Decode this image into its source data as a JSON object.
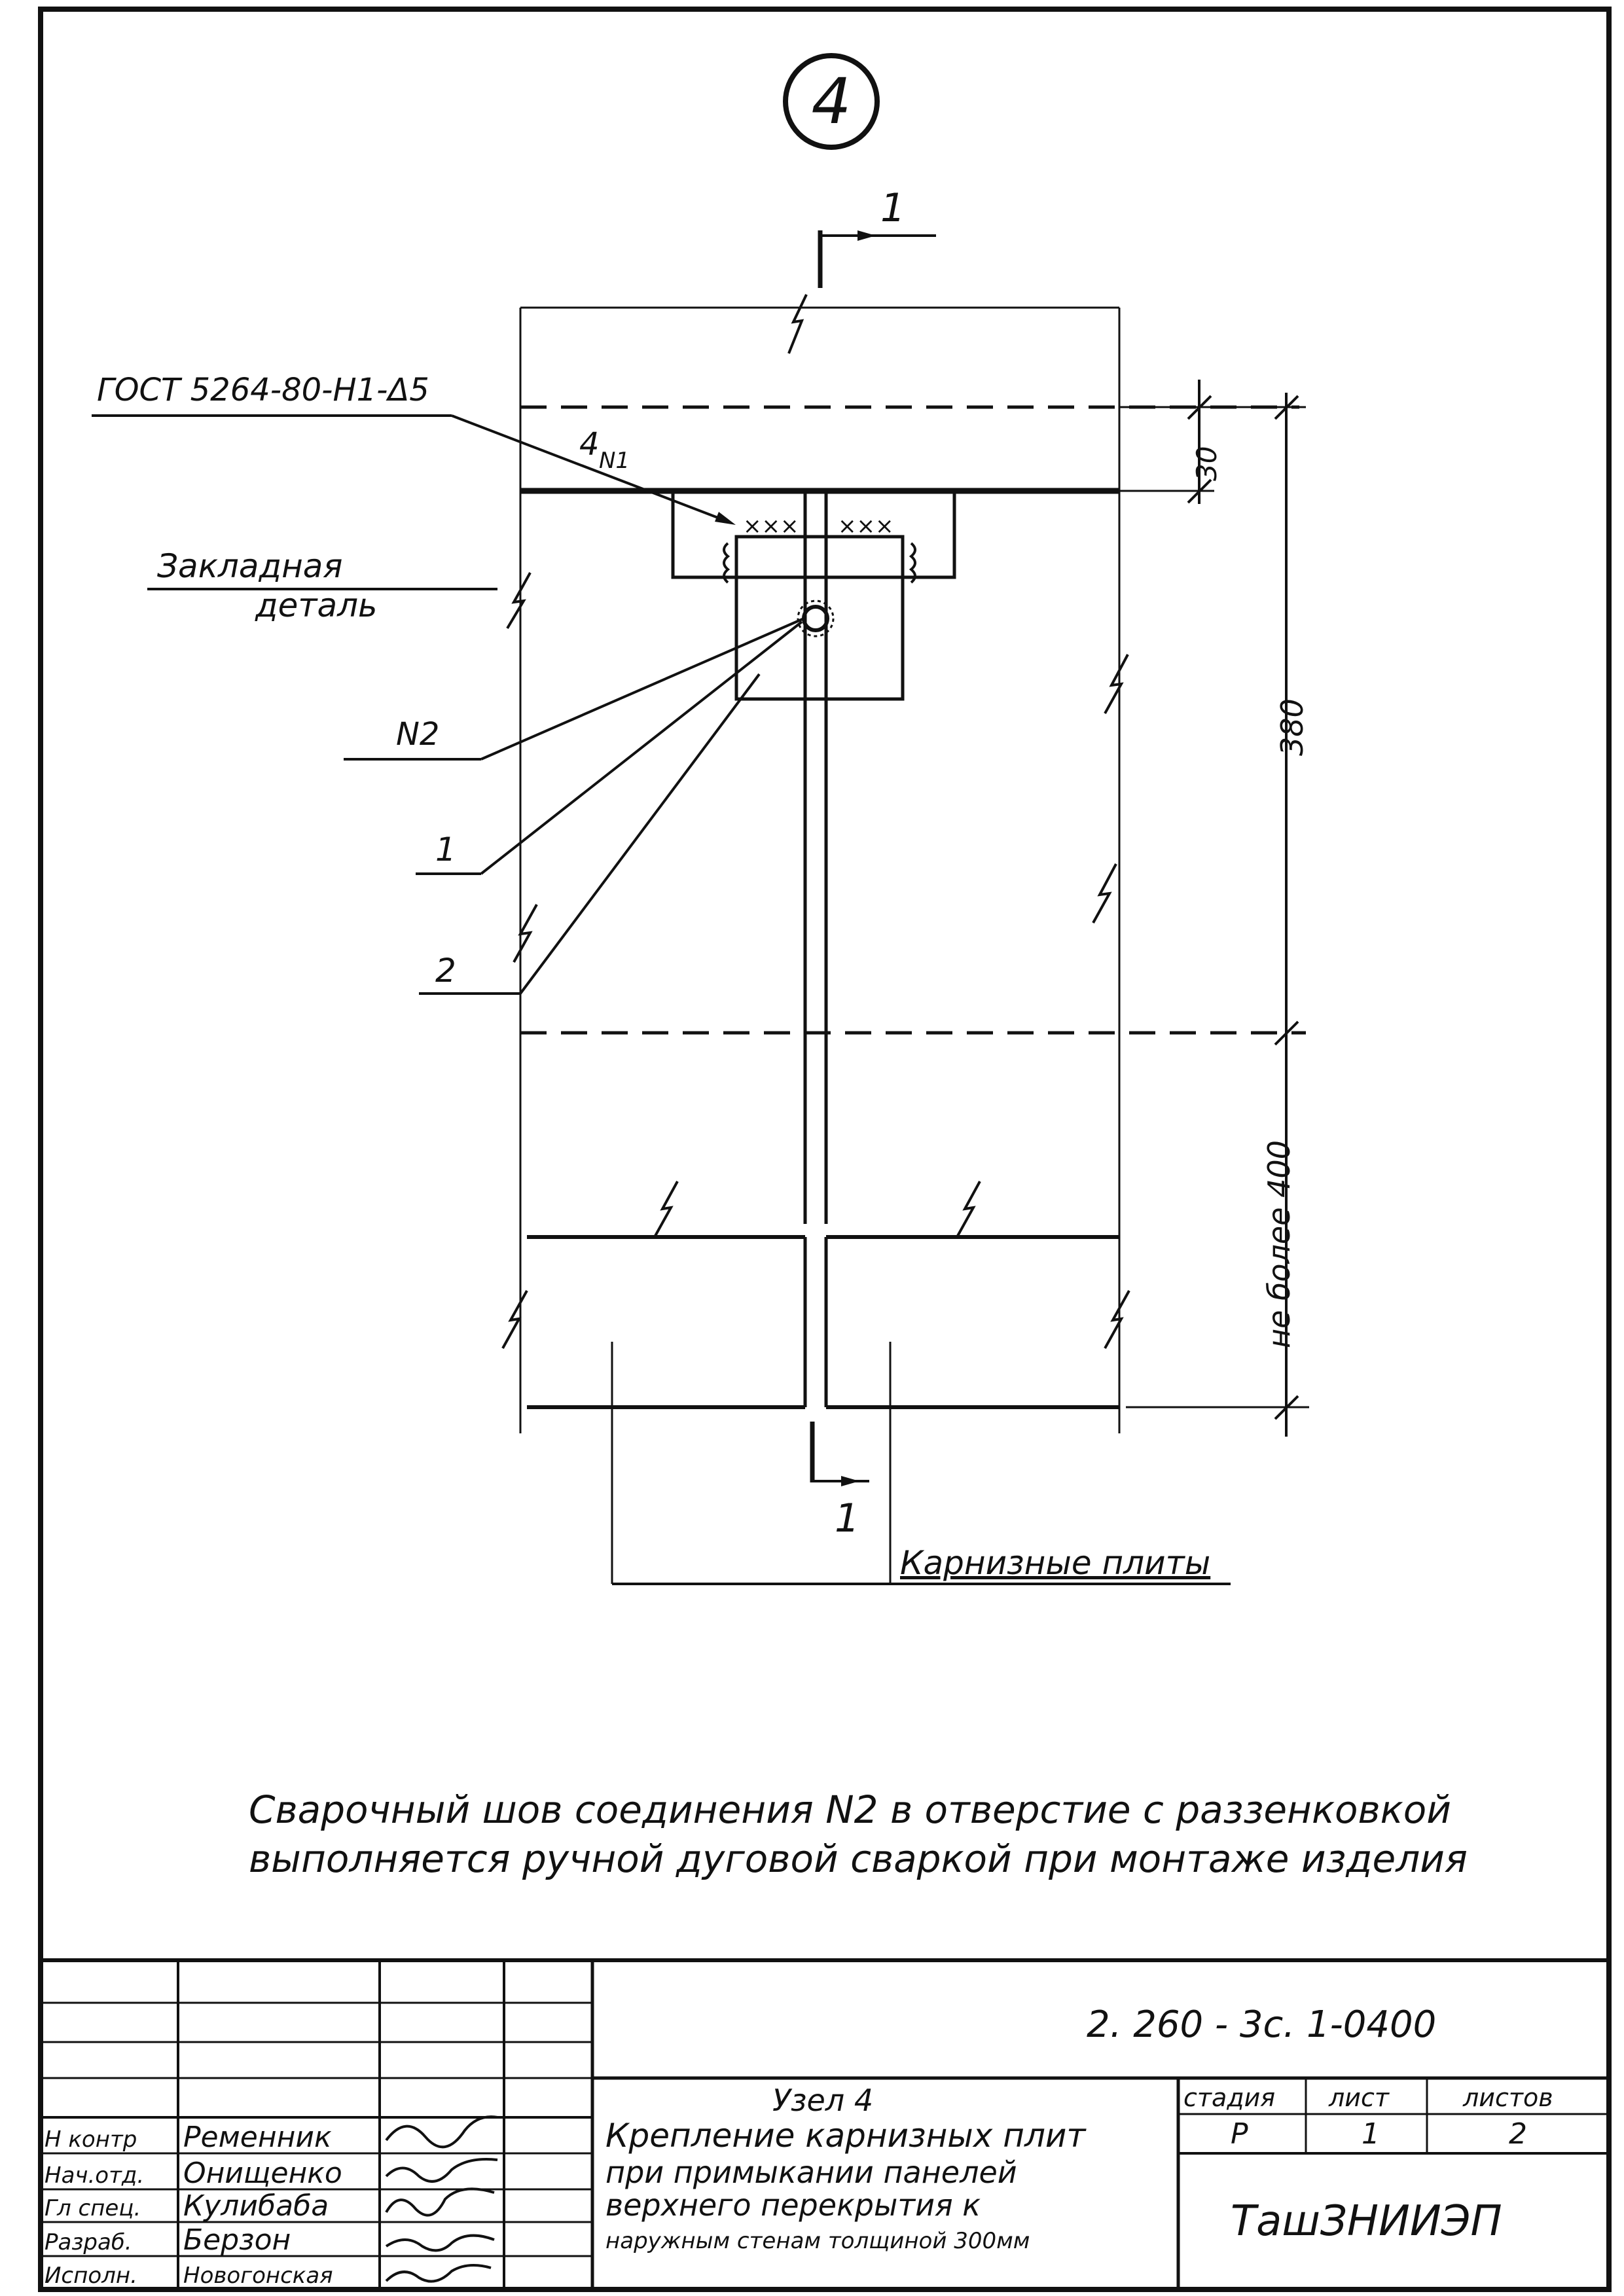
{
  "drawing": {
    "node_number": "4",
    "section_label_top": "1",
    "section_label_bottom": "1",
    "callouts": {
      "gost_weld": "ГОСТ 5264-80-Н1-Δ5",
      "weld_symbol": "4",
      "weld_symbol_sub": "N1",
      "embedded_part_line1": "Закладная",
      "embedded_part_line2": "деталь",
      "weld_n2": "N2",
      "pos1": "1",
      "pos2": "2",
      "cornice_slabs": "Карнизные плиты"
    },
    "dimensions": {
      "d30": "30",
      "d380": "380",
      "max400": "не более 400"
    },
    "note_line1": "Сварочный шов соединения N2 в отверстие с раззенковкой",
    "note_line2": "выполняется ручной дуговой сваркой при монтаже изделия"
  },
  "title_block": {
    "doc_code": "2. 260 - 3с. 1-0400",
    "title_line1": "Узел 4",
    "title_line2": "Крепление карнизных плит",
    "title_line3": "при примыкании панелей",
    "title_line4": "верхнего перекрытия к",
    "title_line5": "наружным стенам толщиной 300мм",
    "stage_header": "стадия",
    "sheet_header": "лист",
    "sheets_header": "листов",
    "stage": "Р",
    "sheet": "1",
    "sheets": "2",
    "organization": "ТашЗНИИЭП",
    "roles": [
      {
        "role": "Н контр",
        "name": "Ременник"
      },
      {
        "role": "Нач.отд.",
        "name": "Онищенко"
      },
      {
        "role": "Гл спец.",
        "name": "Кулибаба"
      },
      {
        "role": "Разраб.",
        "name": "Берзон"
      },
      {
        "role": "Исполн.",
        "name": "Новогонская"
      }
    ]
  }
}
